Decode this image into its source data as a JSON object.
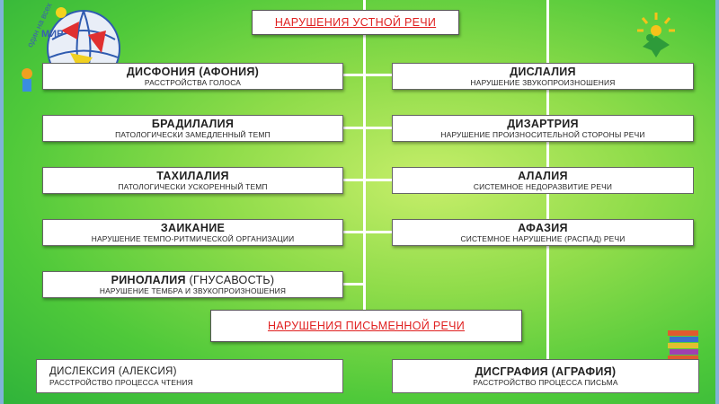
{
  "oral_header": "НАРУШЕНИЯ УСТНОЙ РЕЧИ",
  "written_header": "НАРУШЕНИЯ ПИСЬМЕННОЙ РЕЧИ",
  "logo_text": [
    "МИР",
    "один на всех"
  ],
  "left_items": [
    {
      "title": "ДИСФОНИЯ (АФОНИЯ)",
      "sub": "РАССТРОЙСТВА ГОЛОСА"
    },
    {
      "title": "БРАДИЛАЛИЯ",
      "sub": "ПАТОЛОГИЧЕСКИ ЗАМЕДЛЕННЫЙ ТЕМП"
    },
    {
      "title": "ТАХИЛАЛИЯ",
      "sub": "ПАТОЛОГИЧЕСКИ УСКОРЕННЫЙ ТЕМП"
    },
    {
      "title": "ЗАИКАНИЕ",
      "sub": "НАРУШЕНИЕ ТЕМПО-РИТМИЧЕСКОЙ ОРГАНИЗАЦИИ"
    },
    {
      "title_bold": "РИНОЛАЛИЯ",
      "title_rest": " (ГНУСАВОСТЬ)",
      "sub": "НАРУШЕНИЕ ТЕМБРА И ЗВУКОПРОИЗНОШЕНИЯ"
    }
  ],
  "right_items": [
    {
      "title": "ДИСЛАЛИЯ",
      "sub": "НАРУШЕНИЕ ЗВУКОПРОИЗНОШЕНИЯ"
    },
    {
      "title": "ДИЗАРТРИЯ",
      "sub": "НАРУШЕНИЕ ПРОИЗНОСИТЕЛЬНОЙ СТОРОНЫ РЕЧИ"
    },
    {
      "title": "АЛАЛИЯ",
      "sub": "СИСТЕМНОЕ НЕДОРАЗВИТИЕ РЕЧИ"
    },
    {
      "title": "АФАЗИЯ",
      "sub": "СИСТЕМНОЕ НАРУШЕНИЕ (РАСПАД) РЕЧИ"
    }
  ],
  "written_items": [
    {
      "title": "ДИСЛЕКСИЯ  (АЛЕКСИЯ)",
      "sub": "РАССТРОЙСТВО ПРОЦЕССА ЧТЕНИЯ"
    },
    {
      "title": "ДИСГРАФИЯ  (АГРАФИЯ)",
      "sub": "РАССТРОЙСТВО ПРОЦЕССА ПИСЬМА"
    }
  ],
  "colors": {
    "header_text": "#e02020",
    "background": "#6fd24a",
    "frame": "#7fb3d8"
  }
}
